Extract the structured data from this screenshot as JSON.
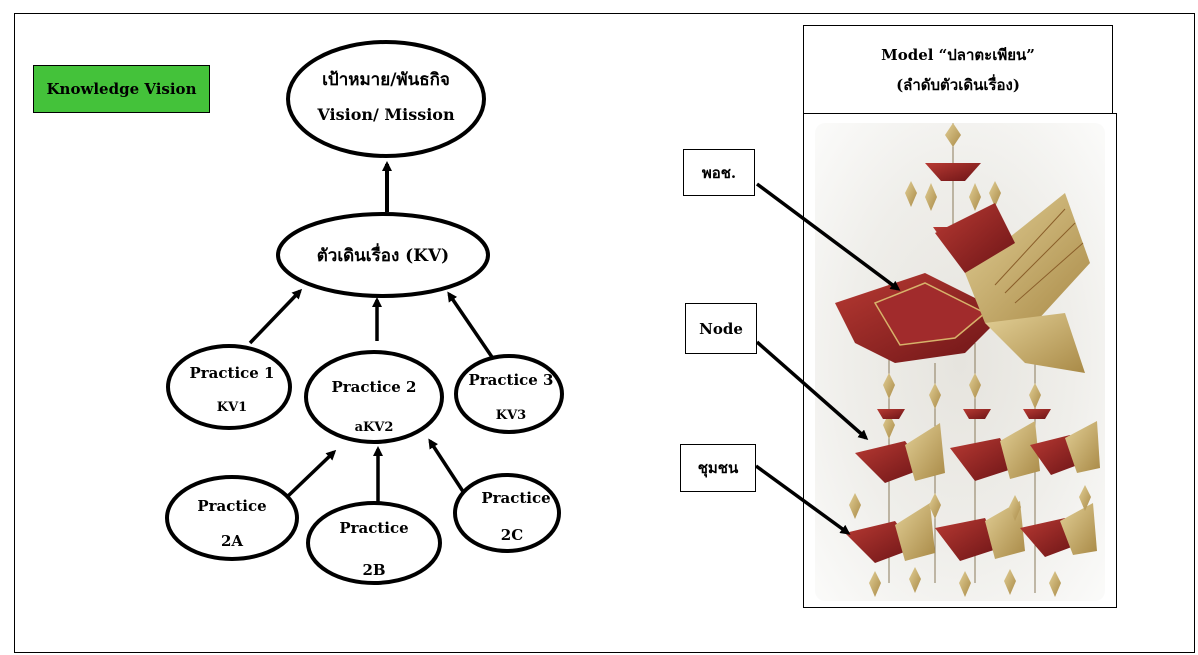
{
  "knowledge_vision_label": "Knowledge Vision",
  "top_node": {
    "line1": "เป้าหมาย/พันธกิจ",
    "line2": "Vision/ Mission"
  },
  "kv_node": "ตัวเดินเรื่อง (KV)",
  "practice1": {
    "line1": "Practice 1",
    "line2": "KV1"
  },
  "practice2": {
    "line1": "Practice 2",
    "line2": "aKV2"
  },
  "practice3": {
    "line1": "Practice 3",
    "line2": "KV3"
  },
  "practice2a": {
    "line1": "Practice",
    "line2": "2A"
  },
  "practice2b": {
    "line1": "Practice",
    "line2": "2B"
  },
  "practice2c": {
    "line1": "Practice",
    "line2": "2C"
  },
  "model_title": {
    "line1": "Model “ปลาตะเพียน”",
    "line2": "(ลำดับตัวเดินเรื่อง)"
  },
  "side_labels": {
    "top": "พอช.",
    "middle": "Node",
    "bottom": "ชุมชน"
  },
  "colors": {
    "kv_box_fill": "#44c23a",
    "fish_red": "#8e1d1f",
    "fish_gold": "#c9ad6a"
  }
}
